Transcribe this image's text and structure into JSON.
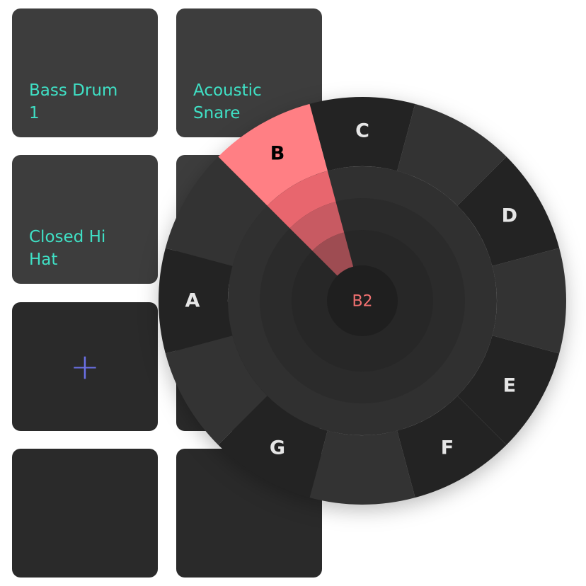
{
  "pads": [
    {
      "label": "Bass Drum 1",
      "style": "light"
    },
    {
      "label": "Acoustic Snare",
      "style": "light"
    },
    {
      "label": "Closed Hi Hat",
      "style": "light"
    },
    {
      "label": "",
      "style": "light"
    },
    {
      "label": "",
      "style": "dark",
      "icon": "plus-icon",
      "icon_glyph": "+"
    },
    {
      "label": "",
      "style": "dark"
    },
    {
      "label": "",
      "style": "dark"
    },
    {
      "label": "",
      "style": "dark"
    }
  ],
  "note_wheel": {
    "notes": [
      "C",
      "C#",
      "D",
      "D#",
      "E",
      "F",
      "F#",
      "G",
      "G#",
      "A",
      "A#",
      "B"
    ],
    "labels": [
      "C",
      "",
      "D",
      "",
      "E",
      "F",
      "",
      "G",
      "",
      "A",
      "",
      "B"
    ],
    "selected_note": "B",
    "selected_display": "B2",
    "colors": {
      "natural": "#232323",
      "sharp": "#333333",
      "selected": "#ff7f84",
      "selected_label": "#000000",
      "center_text": "#f07070"
    }
  }
}
